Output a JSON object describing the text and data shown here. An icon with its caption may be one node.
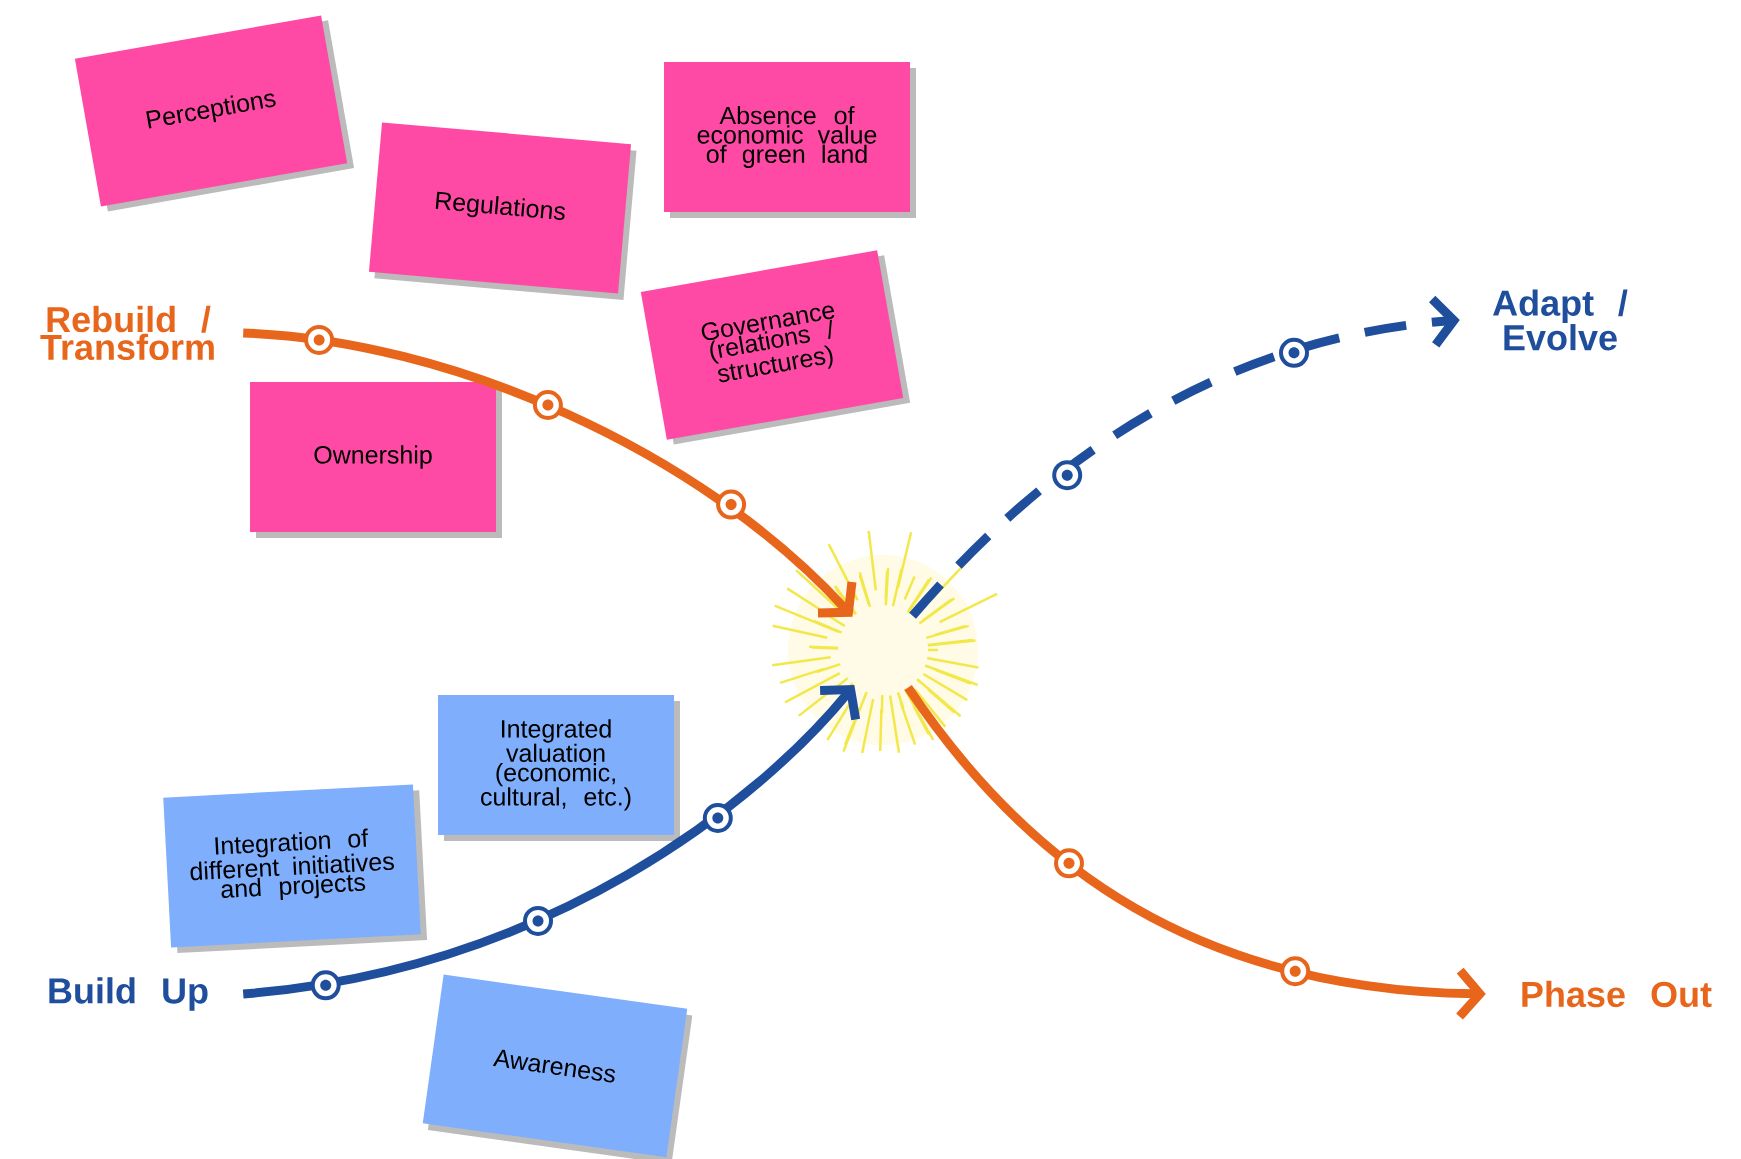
{
  "diagram": {
    "nodes": [
      {
        "text": [
          "Perceptions"
        ]
      },
      {
        "text": [
          "Absence of economic value of green land"
        ]
      },
      {
        "text": [
          "Regulations"
        ]
      },
      {
        "text": [
          "Rebuild / Transform"
        ]
      },
      {
        "text": [
          "Adapt / Evolve"
        ]
      },
      {
        "text": [
          "Governance (relations / structures)"
        ]
      },
      {
        "text": [
          "Ownership"
        ]
      },
      {
        "text": [],
        "shape": "burst"
      },
      {
        "text": [
          "Integrated valuation (economic, cultural, etc.)"
        ]
      },
      {
        "text": [
          "Integration of different initiatives and projects"
        ]
      },
      {
        "text": [
          "Build Up"
        ]
      },
      {
        "text": [
          "Phase Out"
        ]
      },
      {
        "text": [
          "Awareness"
        ]
      }
    ],
    "edges": [
      {
        "from": 3,
        "to": 7,
        "arrow": "to",
        "color": "#e8661c"
      },
      {
        "from": 10,
        "to": 7,
        "arrow": "to",
        "color": "#1f4e9c"
      },
      {
        "from": 7,
        "to": 4,
        "arrow": "to",
        "style": "dashed",
        "color": "#1f4e9c"
      },
      {
        "from": 7,
        "to": 11,
        "arrow": "to",
        "color": "#e8661c"
      }
    ]
  }
}
